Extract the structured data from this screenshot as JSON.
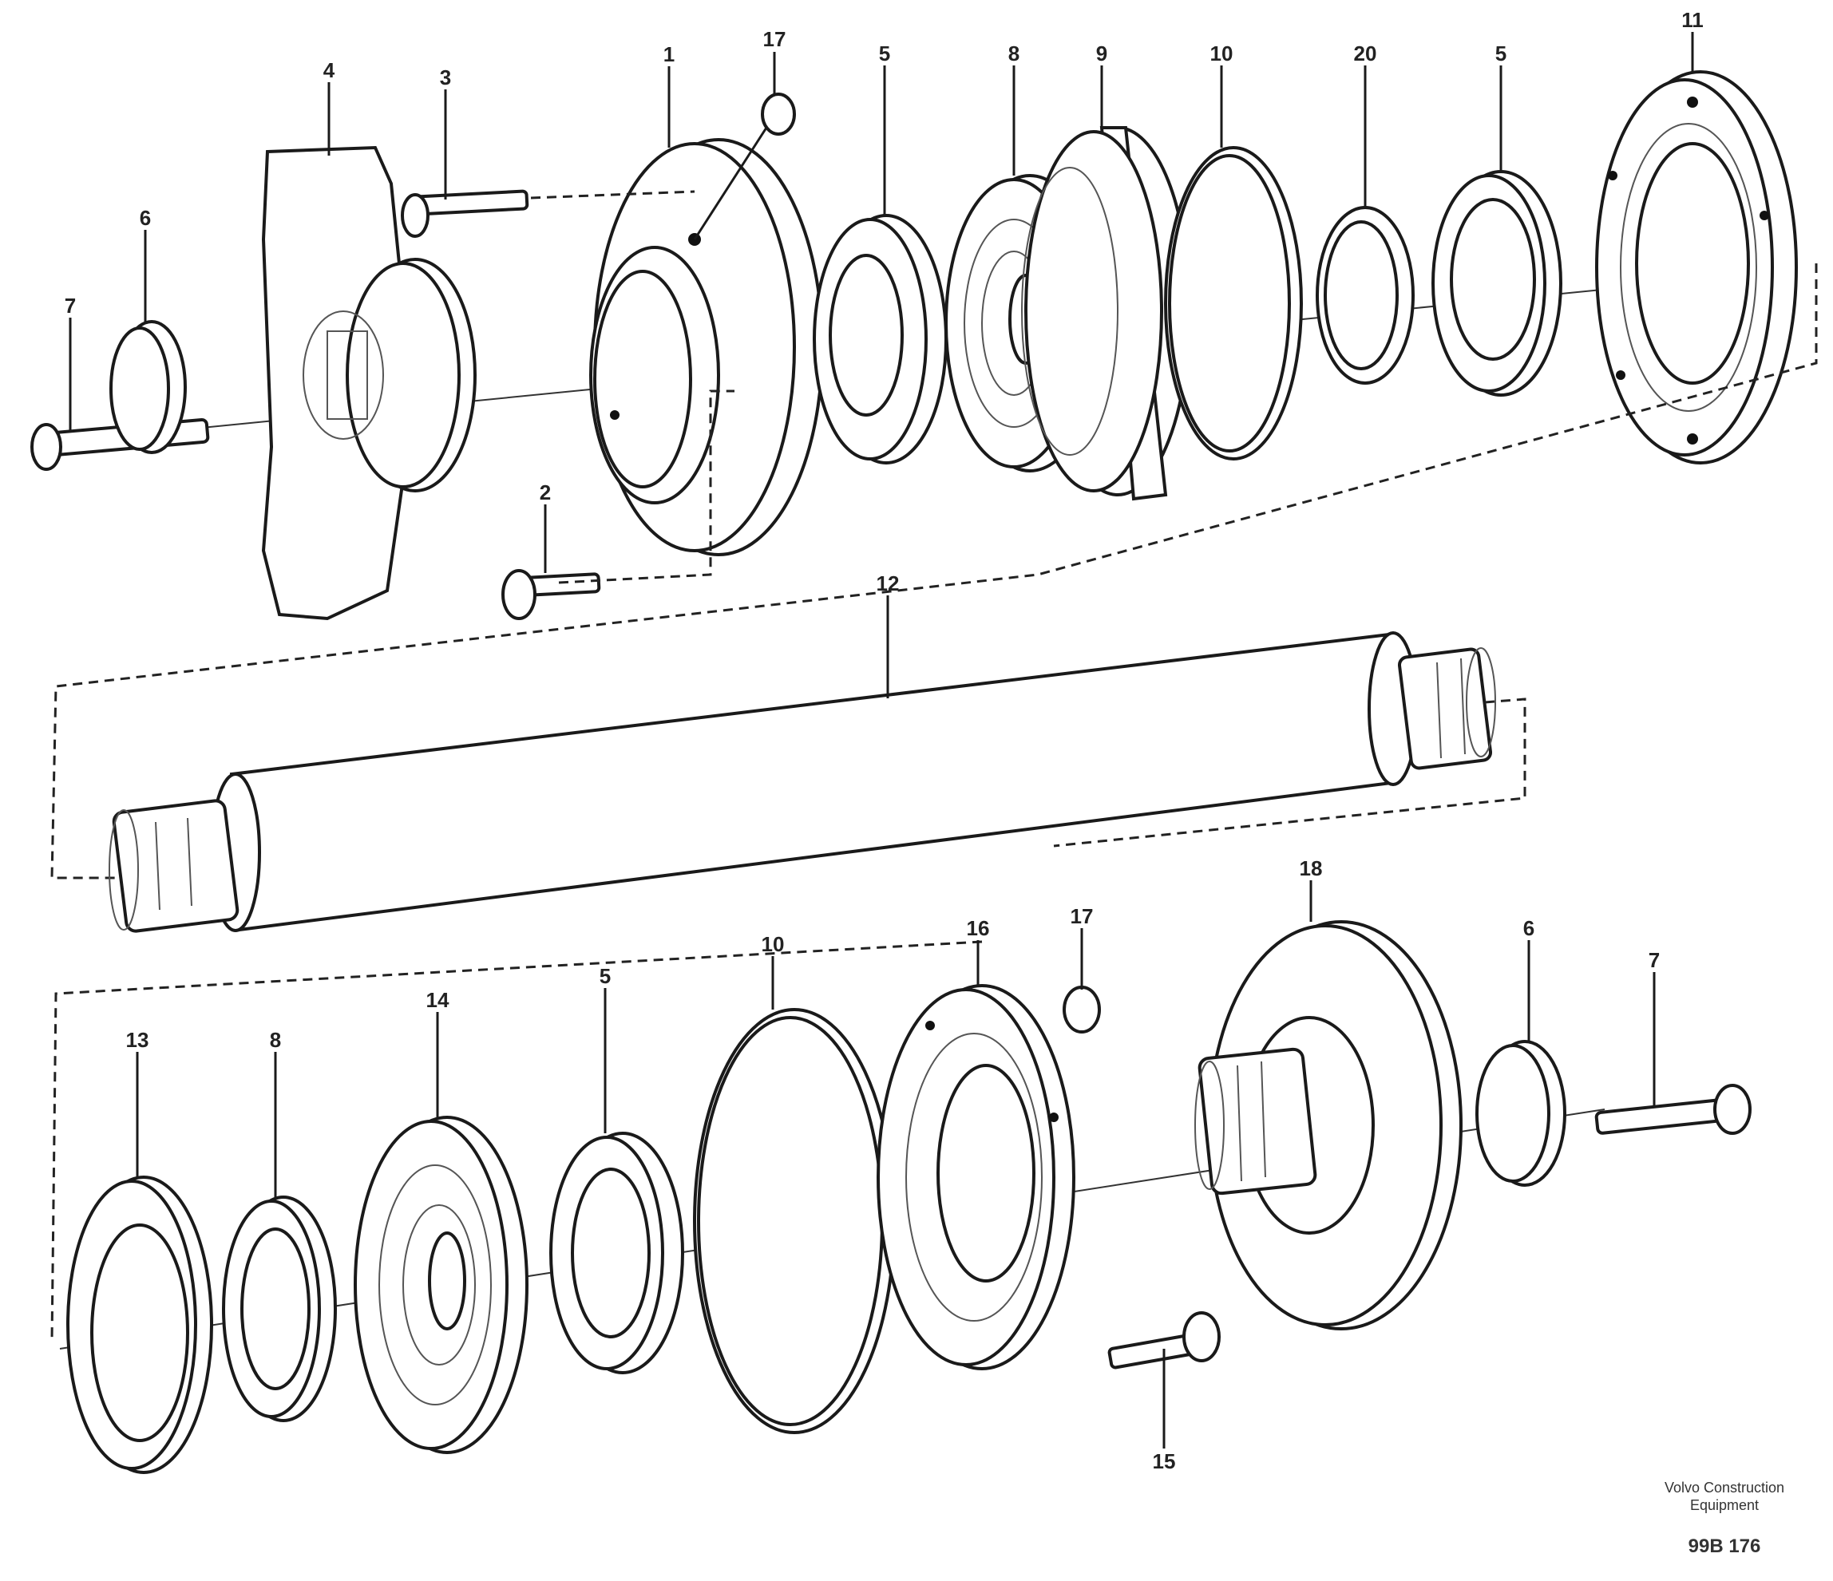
{
  "callouts": {
    "c7_top": "7",
    "c6_top": "6",
    "c4": "4",
    "c3_top": "3",
    "c1": "1",
    "c17_top": "17",
    "c5_top": "5",
    "c8_top": "8",
    "c9": "9",
    "c10_top": "10",
    "c20": "20",
    "c5_top_b": "5",
    "c11": "11",
    "c2": "2",
    "c12": "12",
    "c13": "13",
    "c8_bot": "8",
    "c14": "14",
    "c5_bot": "5",
    "c10_bot": "10",
    "c16_left": "16",
    "c17_bot": "17",
    "c18": "18",
    "c6_bot": "6",
    "c7_bot": "7",
    "c15": "15"
  },
  "footer": {
    "line1": "Volvo Construction",
    "line2": "Equipment",
    "ref": "99B 176"
  }
}
